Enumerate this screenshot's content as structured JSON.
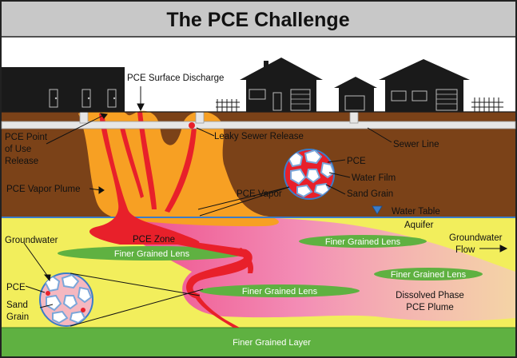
{
  "title": "The PCE Challenge",
  "labels": {
    "surface_discharge": "PCE Surface Discharge",
    "point_of_use_1": "PCE Point",
    "point_of_use_2": "of Use",
    "point_of_use_3": "Release",
    "leaky_sewer": "Leaky Sewer Release",
    "sewer_line": "Sewer Line",
    "vapor_plume": "PCE Vapor Plume",
    "pce_top": "PCE",
    "water_film": "Water Film",
    "pce_vapor": "PCE Vapor",
    "sand_grain_top": "Sand Grain",
    "water_table": "Water Table",
    "aquifer": "Aquifer",
    "groundwater_left": "Groundwater",
    "pce_zone": "PCE Zone",
    "finer_lens_1": "Finer Grained Lens",
    "finer_lens_2": "Finer Grained Lens",
    "finer_lens_3": "Finer Grained Lens",
    "finer_lens_4": "Finer Grained Lens",
    "groundwater_flow_1": "Groundwater",
    "groundwater_flow_2": "Flow",
    "pce_left": "PCE",
    "sand_left_1": "Sand",
    "sand_left_2": "Grain",
    "dissolved_1": "Dissolved Phase",
    "dissolved_2": "PCE Plume",
    "finer_layer": "Finer Grained Layer"
  },
  "colors": {
    "soil": "#7b4218",
    "aquifer": "#f2ee5c",
    "lens": "#5fb141",
    "vapor": "#f7a023",
    "pce": "#e8202a",
    "plume": "#f08fb6",
    "water_table": "#3b7cc9",
    "sewer": "#e6e6e6",
    "building": "#1a1a1a"
  }
}
